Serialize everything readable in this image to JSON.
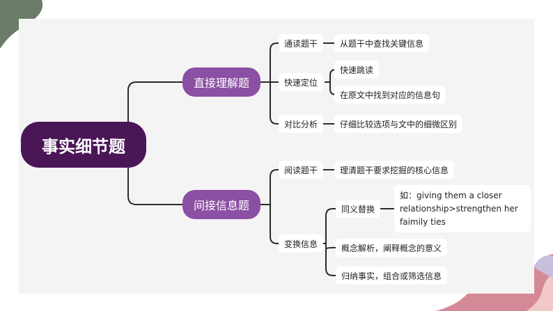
{
  "root": "事实细节题",
  "branches": [
    {
      "label": "直接理解题",
      "children": [
        {
          "label": "通读题干",
          "leaves": [
            "从题干中查找关键信息"
          ]
        },
        {
          "label": "快速定位",
          "leaves": [
            "快速跳读",
            "在原文中找到对应的信息句"
          ]
        },
        {
          "label": "对比分析",
          "leaves": [
            "仔细比较选项与文中的细微区别"
          ]
        }
      ]
    },
    {
      "label": "间接信息题",
      "children": [
        {
          "label": "阅读题干",
          "leaves": [
            "理清题干要求挖掘的核心信息"
          ]
        },
        {
          "label": "变换信息",
          "sub": {
            "label": "同义替换",
            "example": [
              "如：giving them a closer",
              "relationship>strengthen her",
              "faimily ties"
            ]
          },
          "leaves": [
            "概念解析，阐释概念的意义",
            "归纳事实，组合或筛选信息"
          ]
        }
      ]
    }
  ],
  "colors": {
    "root": "#4a1656",
    "branch": "#8b4fa3",
    "line": "#2a2a2a",
    "panel": "#f4f4f5"
  }
}
